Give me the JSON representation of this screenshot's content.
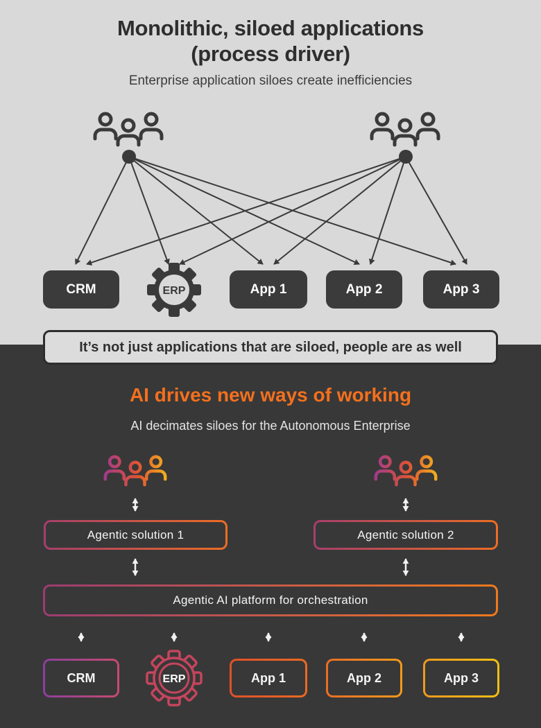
{
  "top_section": {
    "title_line1": "Monolithic, siloed applications",
    "title_line2": "(process driver)",
    "subtitle": "Enterprise application siloes create inefficiencies",
    "boxes": [
      {
        "label": "CRM"
      },
      {
        "label": "ERP"
      },
      {
        "label": "App 1"
      },
      {
        "label": "App 2"
      },
      {
        "label": "App 3"
      }
    ],
    "banner_text": "It’s not just applications that are siloed, people are as well"
  },
  "bottom_section": {
    "title": "AI drives new ways of working",
    "subtitle": "AI decimates siloes for the Autonomous Enterprise",
    "solution_boxes": [
      {
        "label": "Agentic solution 1"
      },
      {
        "label": "Agentic solution 2"
      }
    ],
    "platform_box": {
      "label": "Agentic AI platform for orchestration"
    },
    "app_boxes": [
      {
        "label": "CRM",
        "border_colors": [
          "#8c3f9c",
          "#c74b6f"
        ]
      },
      {
        "label": "ERP",
        "border_colors": [
          "#c5455e",
          "#c5455e"
        ]
      },
      {
        "label": "App 1",
        "border_colors": [
          "#e0502a",
          "#ec6a22"
        ]
      },
      {
        "label": "App 2",
        "border_colors": [
          "#ea6e26",
          "#f29a1a"
        ]
      },
      {
        "label": "App 3",
        "border_colors": [
          "#f0991e",
          "#f2c013"
        ]
      }
    ]
  },
  "colors": {
    "top_background": "#d9d9d9",
    "bottom_background": "#383838",
    "dark_ink": "#3a3a3a",
    "accent_orange": "#f4701d",
    "white_arrow": "#f2f2f2",
    "solution_border_gradient": [
      "#a63e6b",
      "#ee6d23"
    ],
    "people_gradient": [
      "#a13a8c",
      "#e05532",
      "#f2b01e"
    ]
  }
}
